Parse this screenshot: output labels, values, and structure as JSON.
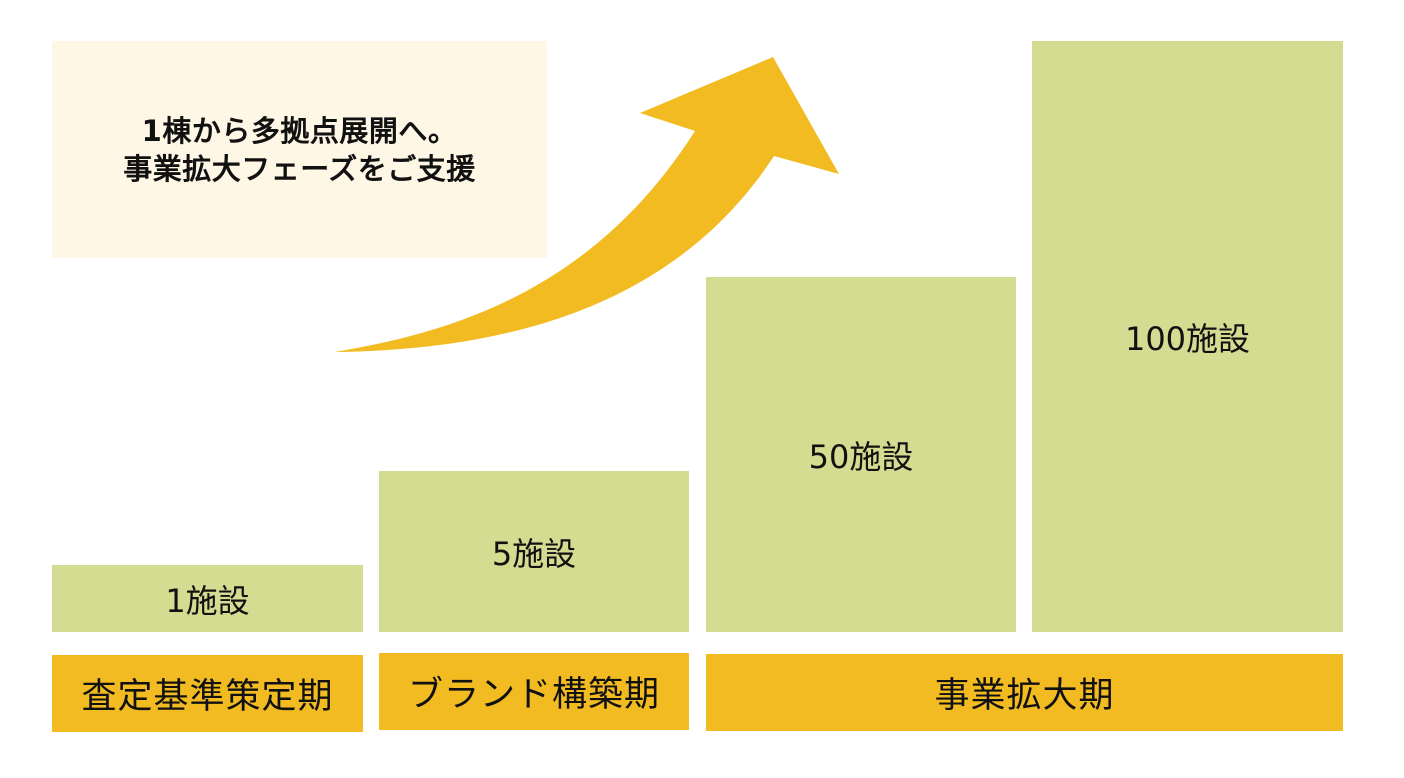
{
  "callout": {
    "line1": "1棟から多拠点展開へ。",
    "line2": "事業拡大フェーズをご支援"
  },
  "arrow": {
    "icon": "growth-arrow-icon",
    "color": "#F2BB22"
  },
  "colors": {
    "callout_bg": "#FEF7E6",
    "bar": "#D4DC92",
    "phase": "#F2BB22"
  },
  "bars": [
    {
      "label": "1施設",
      "value": 1
    },
    {
      "label": "5施設",
      "value": 5
    },
    {
      "label": "50施設",
      "value": 50
    },
    {
      "label": "100施設",
      "value": 100
    }
  ],
  "phases": [
    {
      "label": "査定基準策定期"
    },
    {
      "label": "ブランド構築期"
    },
    {
      "label": "事業拡大期"
    }
  ],
  "chart_data": {
    "type": "bar",
    "title": "1棟から多拠点展開へ。事業拡大フェーズをご支援",
    "categories": [
      "査定基準策定期",
      "ブランド構築期",
      "事業拡大期",
      "事業拡大期"
    ],
    "values": [
      1,
      5,
      50,
      100
    ],
    "value_labels": [
      "1施設",
      "5施設",
      "50施設",
      "100施設"
    ],
    "unit": "施設",
    "phase_groups": [
      {
        "phase": "査定基準策定期",
        "bars": [
          "1施設"
        ]
      },
      {
        "phase": "ブランド構築期",
        "bars": [
          "5施設"
        ]
      },
      {
        "phase": "事業拡大期",
        "bars": [
          "50施設",
          "100施設"
        ]
      }
    ],
    "xlabel": "",
    "ylabel": "",
    "grid": false,
    "legend": "none"
  }
}
